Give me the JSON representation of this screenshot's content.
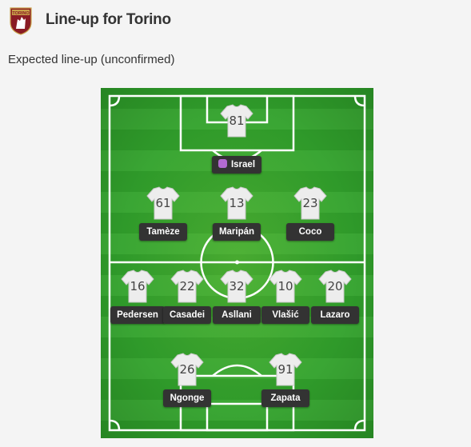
{
  "header": {
    "title": "Line-up for Torino",
    "crest_text": "TORINO",
    "crest_color": "#8a1c24"
  },
  "subtitle": "Expected line-up (unconfirmed)",
  "pitch": {
    "colors": {
      "grass_dark": "#2f9a2a",
      "grass_light": "#3aa634",
      "line": "#ffffff"
    },
    "goalkeeper": {
      "number": "81",
      "name": "Israel",
      "icon": "goalkeeper-glove-icon"
    },
    "midfield_top": [
      {
        "number": "61",
        "name": "Tamèze"
      },
      {
        "number": "13",
        "name": "Maripán"
      },
      {
        "number": "23",
        "name": "Coco"
      }
    ],
    "midfield_bottom": [
      {
        "number": "16",
        "name": "Pedersen"
      },
      {
        "number": "22",
        "name": "Casadei"
      },
      {
        "number": "32",
        "name": "Asllani"
      },
      {
        "number": "10",
        "name": "Vlašić"
      },
      {
        "number": "20",
        "name": "Lazaro"
      }
    ],
    "forwards": [
      {
        "number": "26",
        "name": "Ngonge"
      },
      {
        "number": "91",
        "name": "Zapata"
      }
    ]
  }
}
